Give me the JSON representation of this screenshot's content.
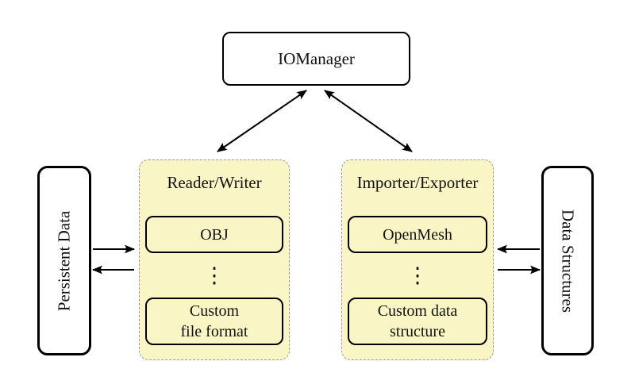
{
  "colors": {
    "group_fill": "#FAF5C5",
    "group_border": "#999999",
    "node_fill": "#FFFFFF",
    "node_border": "#000000",
    "arrow": "#000000"
  },
  "nodes": {
    "io_manager": {
      "label": "IOManager"
    },
    "persistent_data": {
      "label": "Persistent Data"
    },
    "data_structures": {
      "label": "Data Structures"
    },
    "reader_writer": {
      "title": "Reader/Writer",
      "items": [
        {
          "label": "OBJ"
        },
        {
          "label": "Custom\nfile format"
        }
      ],
      "ellipsis": "⋮"
    },
    "importer_exporter": {
      "title": "Importer/Exporter",
      "items": [
        {
          "label": "OpenMesh"
        },
        {
          "label": "Custom data\nstructure"
        }
      ],
      "ellipsis": "⋮"
    }
  },
  "connections": [
    {
      "from": "io_manager",
      "to": "reader_writer",
      "type": "bidirectional"
    },
    {
      "from": "io_manager",
      "to": "importer_exporter",
      "type": "bidirectional"
    },
    {
      "from": "persistent_data",
      "to": "reader_writer",
      "type": "directed"
    },
    {
      "from": "reader_writer",
      "to": "persistent_data",
      "type": "directed"
    },
    {
      "from": "data_structures",
      "to": "importer_exporter",
      "type": "directed"
    },
    {
      "from": "importer_exporter",
      "to": "data_structures",
      "type": "directed"
    }
  ]
}
